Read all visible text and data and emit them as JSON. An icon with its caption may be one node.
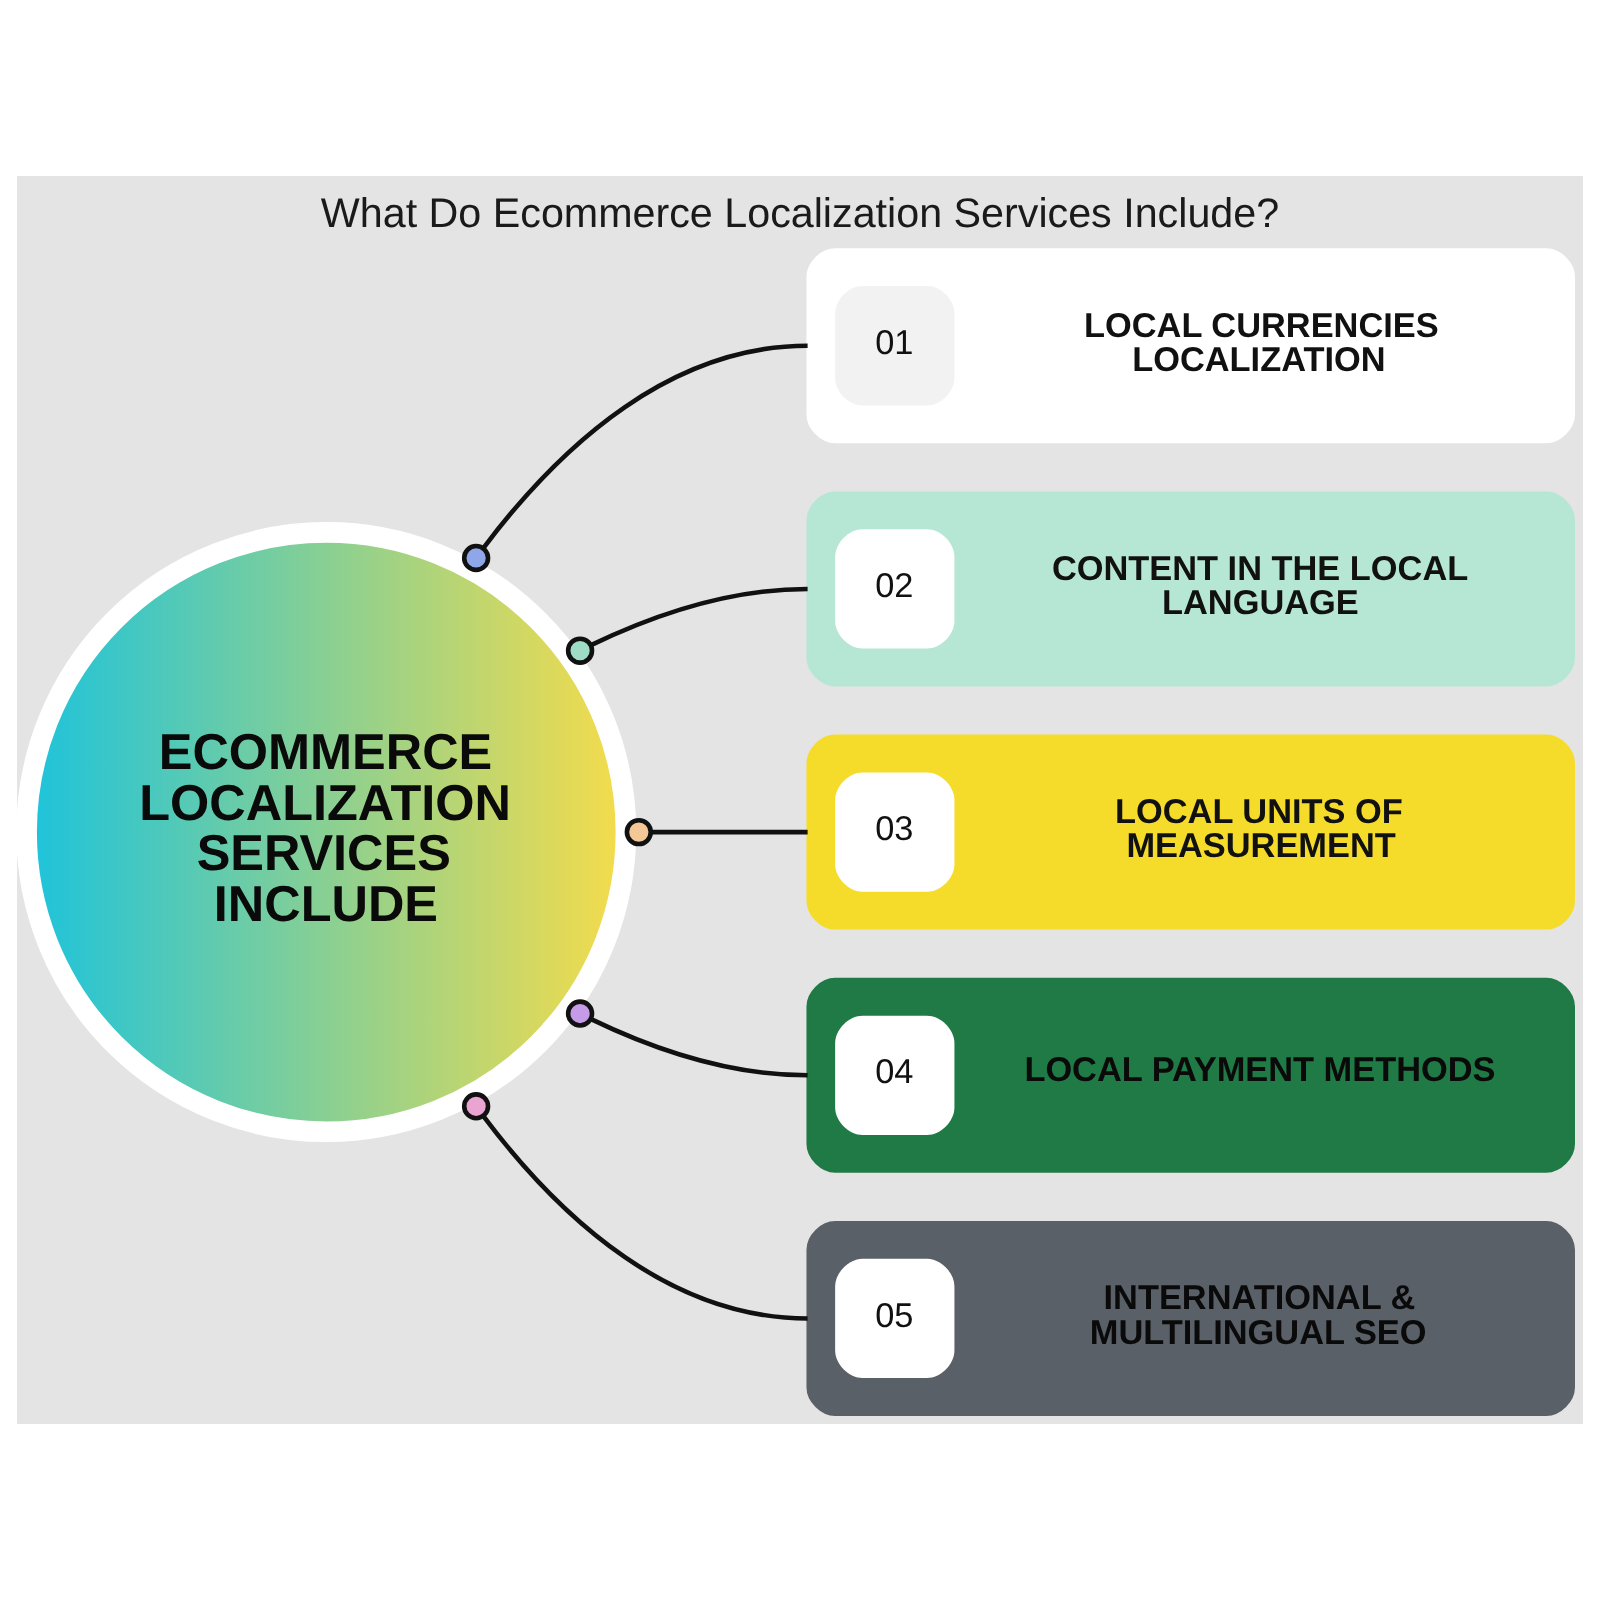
{
  "diagram": {
    "title": "What Do Ecommerce Localization Services Include?",
    "nodes": [
      {
        "text": [
          "ECOMMERCE LOCALIZATION SERVICES INCLUDE"
        ]
      },
      {
        "text": [
          "01",
          "LOCAL CURRENCIES LOCALIZATION"
        ]
      },
      {
        "text": [
          "02",
          "CONTENT IN THE LOCAL LANGUAGE"
        ]
      },
      {
        "text": [
          "03",
          "LOCAL UNITS OF MEASUREMENT"
        ]
      },
      {
        "text": [
          "04",
          "LOCAL PAYMENT METHODS"
        ]
      },
      {
        "text": [
          "05",
          "INTERNATIONAL & MULTILINGUAL SEO"
        ]
      }
    ],
    "edges": [
      {
        "from": 0,
        "to": 1,
        "arrow": "other"
      },
      {
        "from": 0,
        "to": 2,
        "arrow": "other"
      },
      {
        "from": 0,
        "to": 3,
        "arrow": "other"
      },
      {
        "from": 0,
        "to": 4,
        "arrow": "other"
      },
      {
        "from": 0,
        "to": 5,
        "arrow": "other"
      }
    ]
  }
}
